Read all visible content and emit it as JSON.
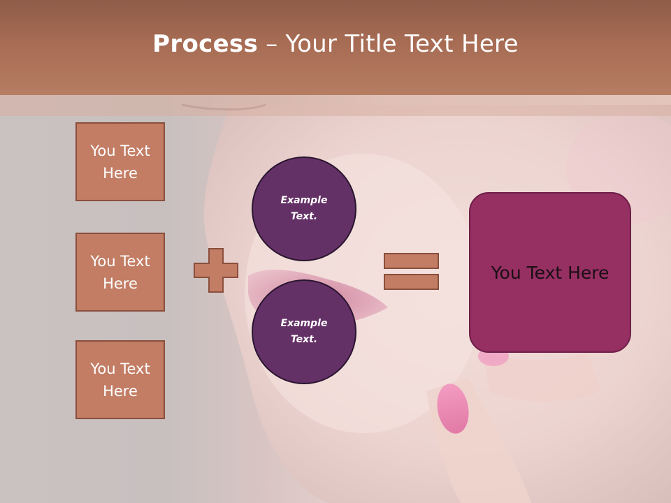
{
  "slide": {
    "title_bold": "Process",
    "title_rest": " – Your Title Text Here"
  },
  "left_boxes": [
    {
      "line1": "You Text",
      "line2": "Here"
    },
    {
      "line1": "You Text",
      "line2": "Here"
    },
    {
      "line1": "You Text",
      "line2": "Here"
    }
  ],
  "circles": [
    {
      "line1": "Example",
      "line2": "Text."
    },
    {
      "line1": "Example",
      "line2": "Text."
    }
  ],
  "result_box": {
    "label": "You Text Here"
  },
  "operators": {
    "plus": "plus-icon",
    "equals": "equals-icon"
  },
  "colors": {
    "title_bar": "#a76c54",
    "box_fill": "#c27d64",
    "circle_fill": "#643166",
    "result_fill": "#962f62"
  }
}
